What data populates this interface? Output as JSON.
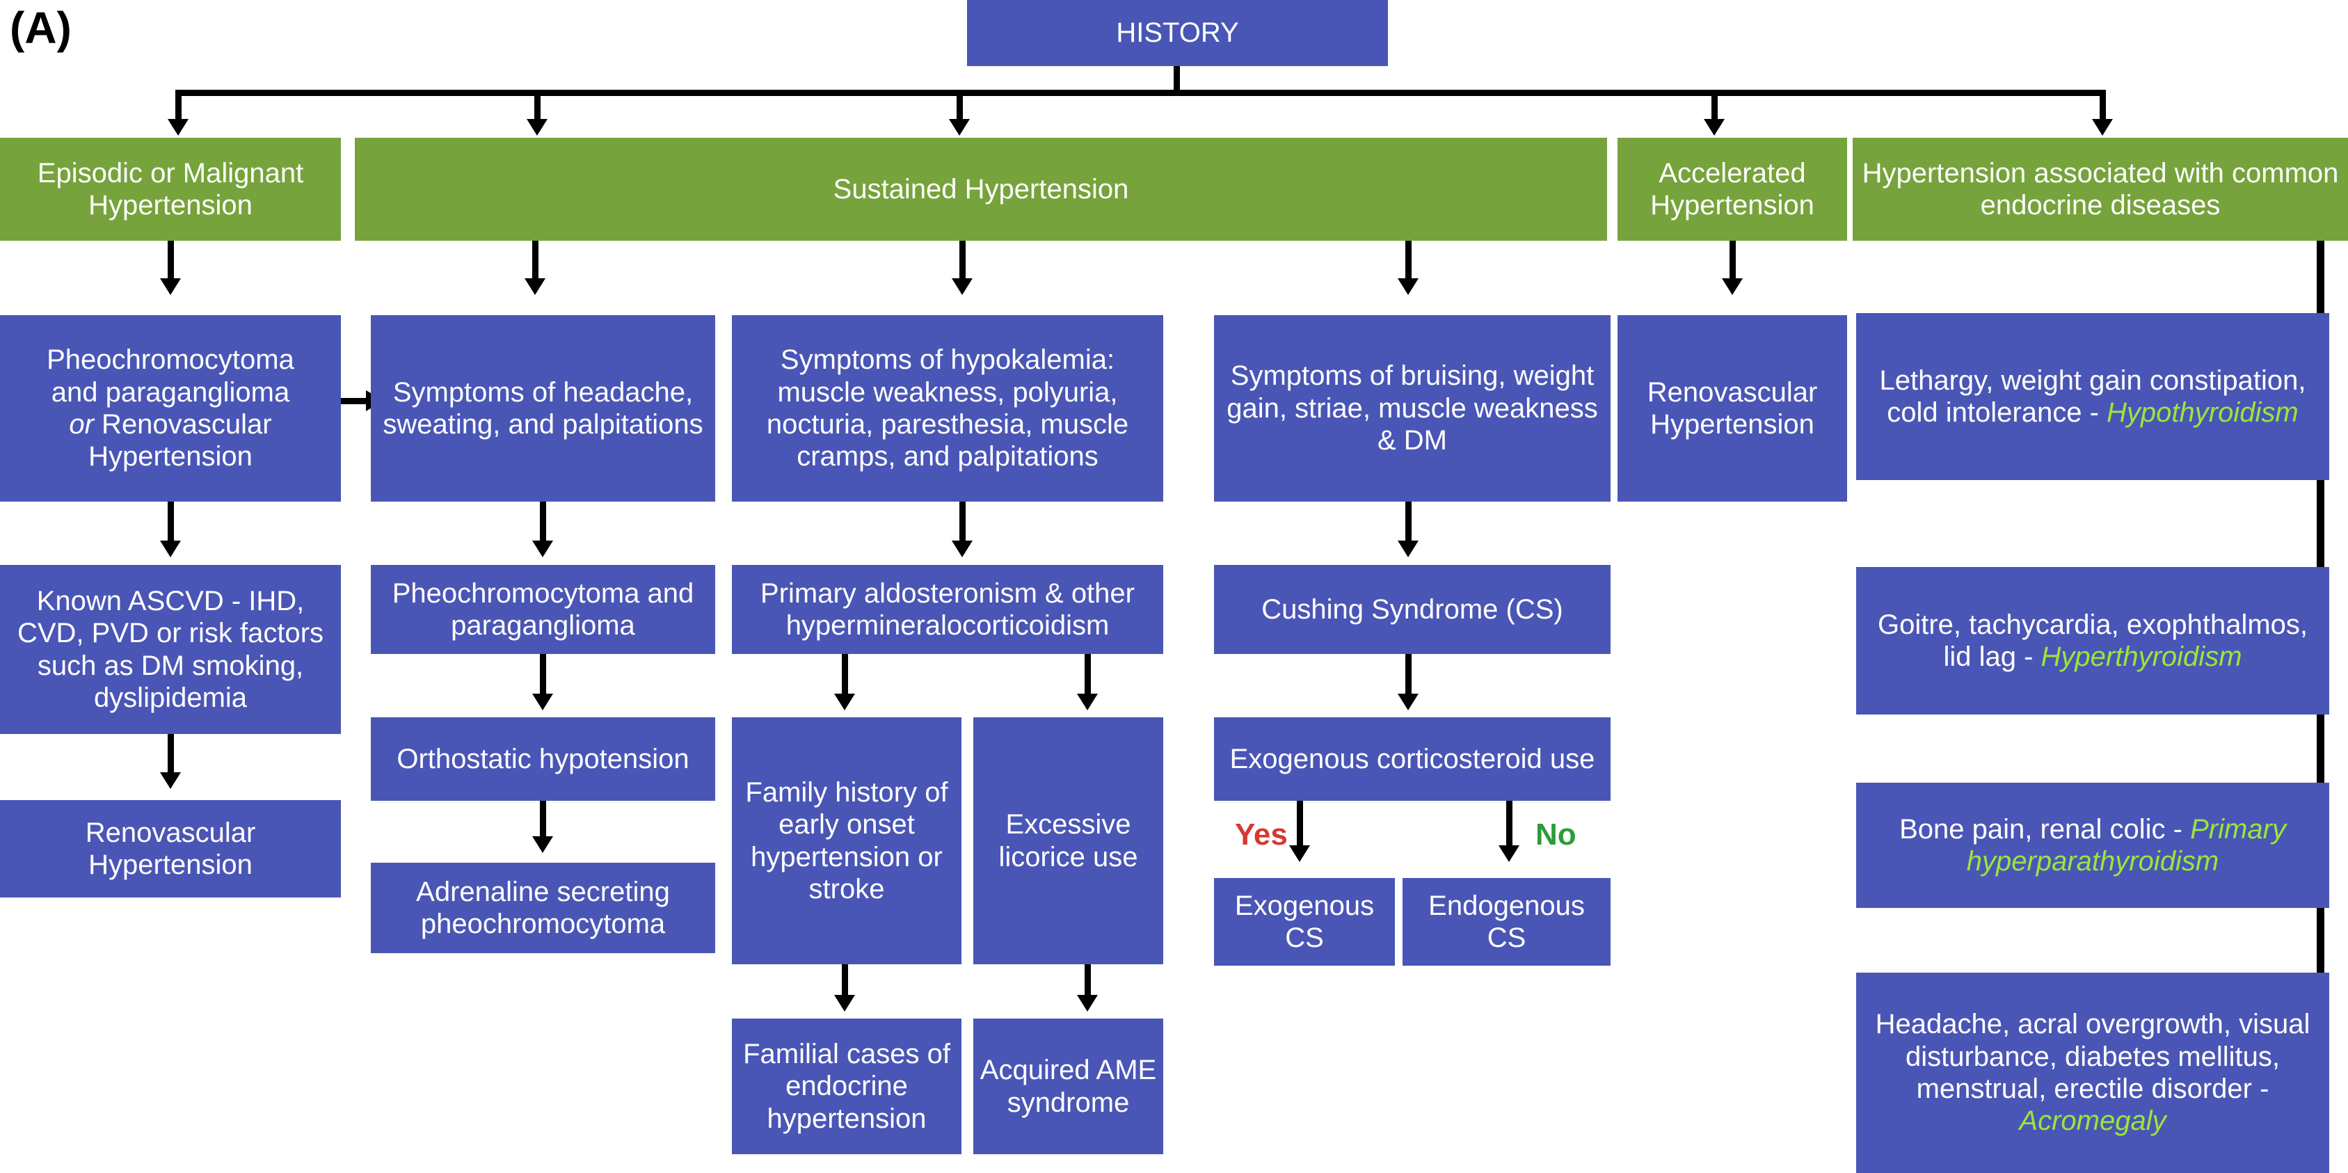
{
  "panel": {
    "label": "(A)"
  },
  "colors": {
    "green_box": "#76A33B",
    "blue_box": "#4A56B5",
    "accent_green_text": "#9BE53C",
    "yes_red": "#D5392F",
    "no_green": "#2E9B3A",
    "connector_black": "#000000",
    "background": "#FFFFFF"
  },
  "root": {
    "label": "HISTORY"
  },
  "categories": [
    {
      "id": "episodic",
      "label": "Episodic or Malignant Hypertension"
    },
    {
      "id": "sustained",
      "label": "Sustained Hypertension"
    },
    {
      "id": "accelerated",
      "label": "Accelerated Hypertension"
    },
    {
      "id": "endocrine",
      "label": "Hypertension associated with common endocrine diseases"
    }
  ],
  "branch_episodic": {
    "step1_line1": "Pheochromocytoma",
    "step1_line2": "and paraganglioma",
    "step1_line3_italic": "or",
    "step1_line3_rest": " Renovascular",
    "step1_line4": "Hypertension",
    "step2": "Known ASCVD - IHD, CVD, PVD or risk factors such as DM smoking, dyslipidemia",
    "step3": "Renovascular Hypertension"
  },
  "branch_pheo": {
    "symptoms": "Symptoms of headache, sweating, and palpitations",
    "diagnosis": "Pheochromocytoma and paraganglioma",
    "finding": "Orthostatic hypotension",
    "subtype": "Adrenaline secreting pheochromocytoma"
  },
  "branch_hypokalemia": {
    "symptoms": "Symptoms of hypokalemia: muscle weakness, polyuria, nocturia, paresthesia, muscle cramps, and palpitations",
    "diagnosis": "Primary aldosteronism & other hypermineralocorticoidism",
    "left_child": "Family history of early onset hypertension or stroke",
    "left_grandchild": "Familial cases of endocrine hypertension",
    "right_child": "Excessive licorice use",
    "right_grandchild": "Acquired AME syndrome"
  },
  "branch_cushing": {
    "symptoms": "Symptoms of bruising, weight gain, striae, muscle weakness & DM",
    "diagnosis": "Cushing Syndrome (CS)",
    "question": "Exogenous corticosteroid use",
    "yes_label": "Yes",
    "no_label": "No",
    "yes_outcome": "Exogenous CS",
    "no_outcome": "Endogenous CS"
  },
  "branch_accelerated": {
    "outcome": "Renovascular Hypertension"
  },
  "branch_endocrine": [
    {
      "id": "hypothyroidism",
      "symptoms": "Lethargy, weight gain constipation, cold intolerance - ",
      "diagnosis": "Hypothyroidism"
    },
    {
      "id": "hyperthyroidism",
      "symptoms": "Goitre, tachycardia, exophthalmos, lid lag - ",
      "diagnosis": "Hyperthyroidism"
    },
    {
      "id": "primary-hyperparathyroidism",
      "symptoms": "Bone pain, renal colic - ",
      "diagnosis": "Primary hyperparathyroidism"
    },
    {
      "id": "acromegaly",
      "symptoms": "Headache, acral overgrowth, visual disturbance, diabetes mellitus, menstrual, erectile disorder - ",
      "diagnosis": "Acromegaly"
    }
  ]
}
